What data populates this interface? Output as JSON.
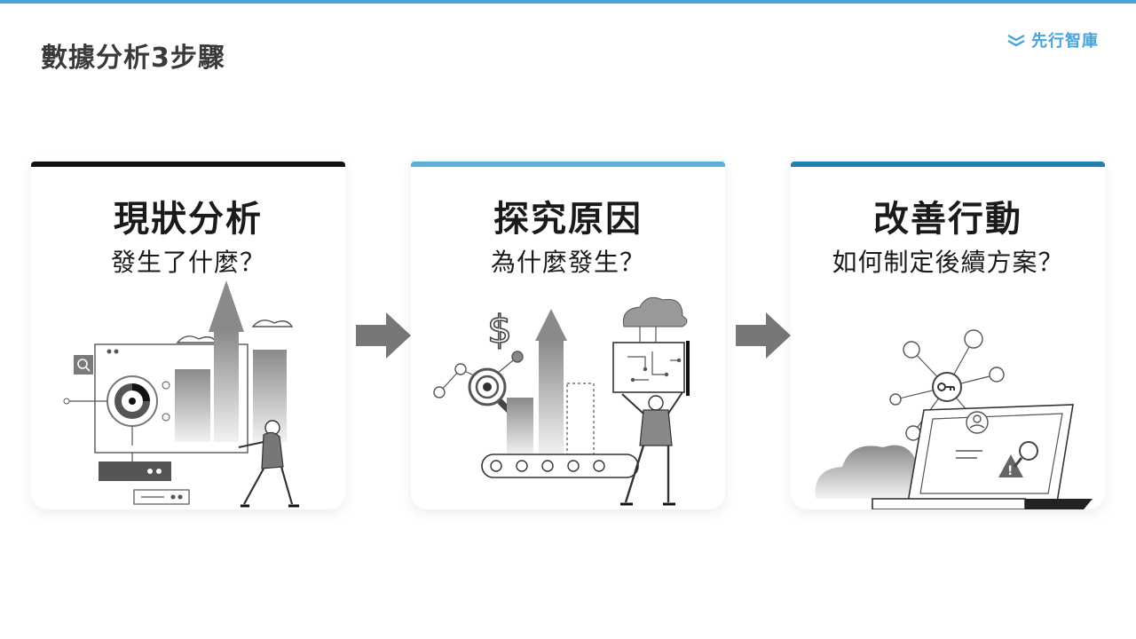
{
  "header": {
    "title": "數據分析3步驟",
    "brand_text": "先行智庫",
    "accent_color": "#4aa3d8"
  },
  "steps": [
    {
      "title": "現狀分析",
      "subtitle": "發生了什麼？",
      "bar_color": "#111111"
    },
    {
      "title": "探究原因",
      "subtitle": "為什麼發生？",
      "bar_color": "#5ab0d8"
    },
    {
      "title": "改善行動",
      "subtitle": "如何制定後續方案？",
      "bar_color": "#1f7fb3"
    }
  ],
  "illustrations": {
    "step1": "analytics-dashboard-illustration",
    "step2": "root-cause-investigation-illustration",
    "step3": "security-network-laptop-illustration"
  },
  "icons": {
    "brand": "brand-logo-icon",
    "connector": "right-arrow-icon"
  }
}
